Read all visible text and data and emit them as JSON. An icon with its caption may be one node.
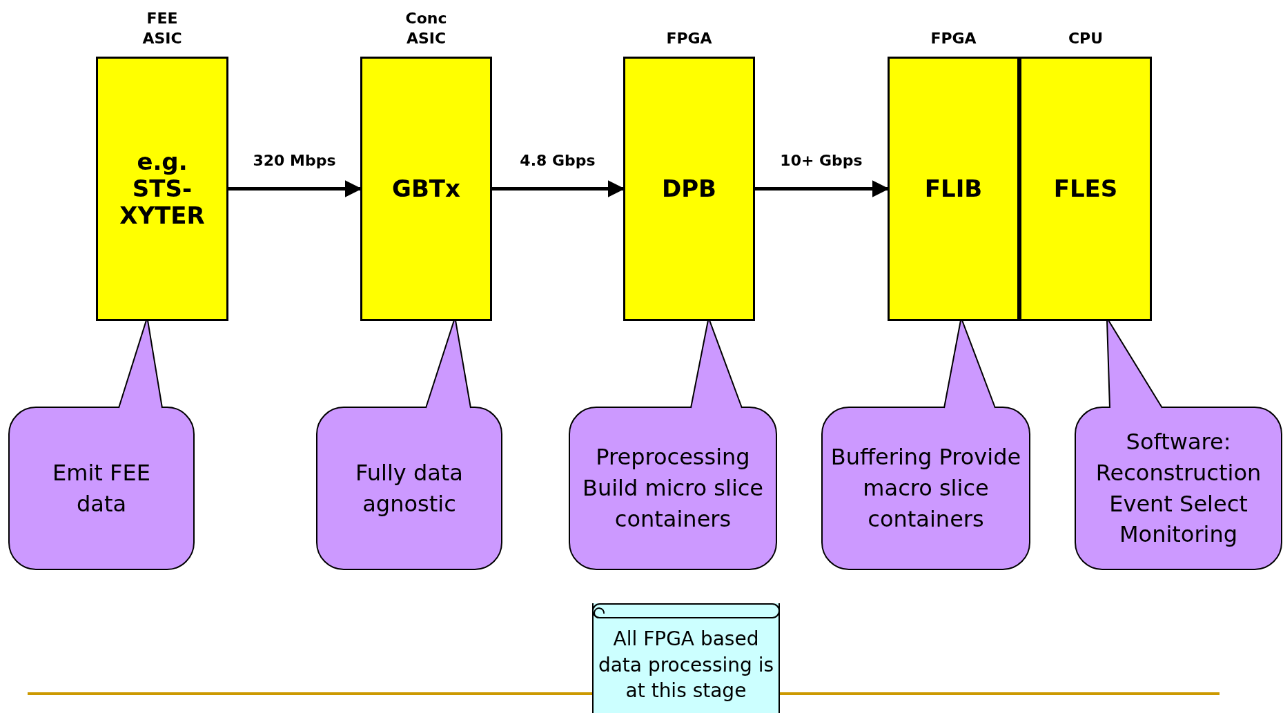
{
  "diagram": {
    "nodes": [
      {
        "text": [
          "FEE ASIC",
          "e.g. STS-XYTER"
        ]
      },
      {
        "text": [
          "Conc ASIC",
          "GBTx"
        ]
      },
      {
        "text": [
          "FPGA",
          "DPB"
        ]
      },
      {
        "text": [
          "FPGA",
          "FLIB"
        ]
      },
      {
        "text": [
          "CPU",
          "FLES"
        ]
      },
      {
        "text": [
          "Emit FEE data"
        ]
      },
      {
        "text": [
          "Fully data agnostic"
        ]
      },
      {
        "text": [
          "Preprocessing Build micro slice containers"
        ]
      },
      {
        "text": [
          "Buffering Provide macro slice containers"
        ]
      },
      {
        "text": [
          "Software: Reconstruction Event Select Monitoring"
        ]
      },
      {
        "text": [
          "All FPGA based data processing is at this stage"
        ]
      }
    ],
    "edges": [
      {
        "from": 0,
        "to": 1,
        "arrow": "to",
        "label": "320 Mbps"
      },
      {
        "from": 1,
        "to": 2,
        "arrow": "to",
        "label": "4.8 Gbps"
      },
      {
        "from": 2,
        "to": 3,
        "arrow": "to",
        "label": "10+ Gbps"
      },
      {
        "from": 5,
        "to": 0,
        "arrow": "none"
      },
      {
        "from": 6,
        "to": 1,
        "arrow": "none"
      },
      {
        "from": 7,
        "to": 2,
        "arrow": "none"
      },
      {
        "from": 8,
        "to": 3,
        "arrow": "none"
      },
      {
        "from": 9,
        "to": 4,
        "arrow": "none"
      }
    ]
  }
}
